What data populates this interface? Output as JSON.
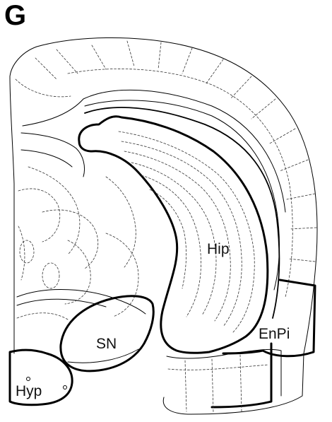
{
  "figure": {
    "panel_letter": "G",
    "labels": {
      "hippocampus": "Hip",
      "entopiriform": "EnPi",
      "substantia_nigra": "SN",
      "hypothalamus": "Hyp"
    }
  }
}
